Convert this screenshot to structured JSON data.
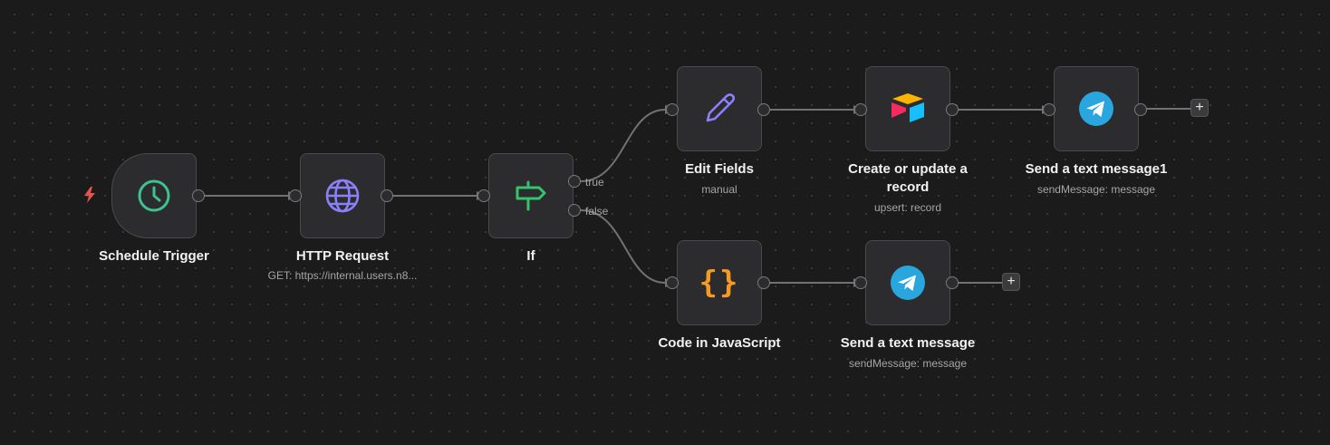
{
  "nodes": {
    "schedule": {
      "title": "Schedule Trigger",
      "icon": "clock-icon",
      "color": "#3ec28f"
    },
    "http": {
      "title": "HTTP Request",
      "subtitle": "GET: https://internal.users.n8...",
      "icon": "globe-icon",
      "color": "#8b80f9"
    },
    "if": {
      "title": "If",
      "icon": "signpost-icon",
      "color": "#35c46b",
      "true_label": "true",
      "false_label": "false"
    },
    "edit": {
      "title": "Edit Fields",
      "subtitle": "manual",
      "icon": "pencil-icon",
      "color": "#8b80f9"
    },
    "airtable": {
      "title_line1": "Create or update a",
      "title_line2": "record",
      "subtitle": "upsert: record",
      "icon": "airtable-icon"
    },
    "telegram1": {
      "title": "Send a text message1",
      "subtitle": "sendMessage: message",
      "icon": "telegram-icon",
      "color": "#2aa6df"
    },
    "code": {
      "title": "Code in JavaScript",
      "icon": "braces-icon",
      "color": "#f59a23",
      "glyph": "{}"
    },
    "telegram2": {
      "title": "Send a text message",
      "subtitle": "sendMessage: message",
      "icon": "telegram-icon",
      "color": "#2aa6df"
    }
  },
  "add_button_label": "+",
  "trigger_indicator": {
    "icon": "lightning-bolt-icon",
    "color": "#e5534b"
  }
}
